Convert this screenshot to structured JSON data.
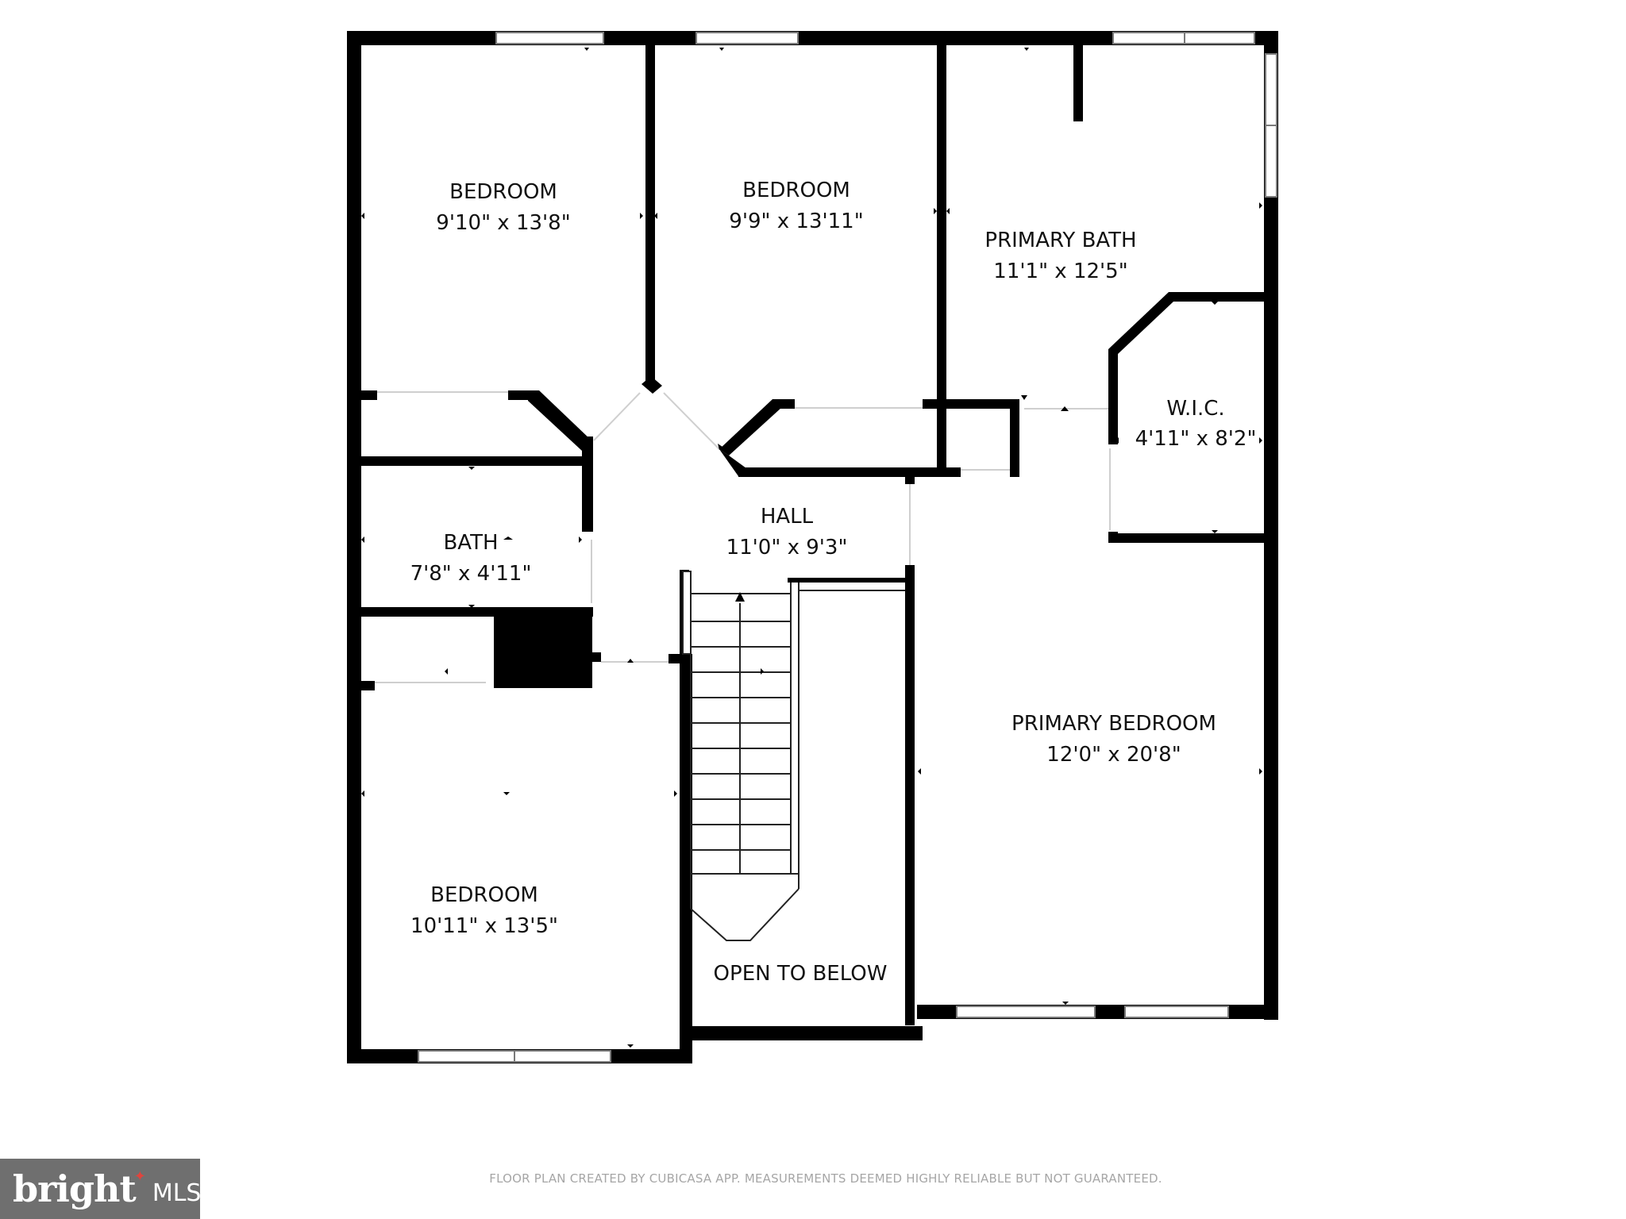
{
  "rooms": {
    "bedroom_nw": {
      "name": "BEDROOM",
      "dims": "9'10\" x 13'8\""
    },
    "bedroom_n": {
      "name": "BEDROOM",
      "dims": "9'9\" x 13'11\""
    },
    "primary_bath": {
      "name": "PRIMARY BATH",
      "dims": "11'1\" x 12'5\""
    },
    "wic": {
      "name": "W.I.C.",
      "dims": "4'11\" x 8'2\""
    },
    "hall": {
      "name": "HALL",
      "dims": "11'0\" x 9'3\""
    },
    "bath": {
      "name": "BATH",
      "dims": "7'8\" x 4'11\""
    },
    "primary_bedroom": {
      "name": "PRIMARY BEDROOM",
      "dims": "12'0\" x 20'8\""
    },
    "bedroom_sw": {
      "name": "BEDROOM",
      "dims": "10'11\" x 13'5\""
    },
    "open_to_below": {
      "name": "OPEN TO BELOW"
    }
  },
  "disclaimer": "FLOOR PLAN CREATED BY CUBICASA APP. MEASUREMENTS DEEMED HIGHLY RELIABLE BUT NOT GUARANTEED.",
  "logo": {
    "main": "bright",
    "suffix": "MLS"
  },
  "colors": {
    "wall": "#000000",
    "window": "#ffffff",
    "window_line": "#7a7a7a",
    "logo_bg": "#6f6f6f",
    "logo_accent": "#e0443d"
  }
}
